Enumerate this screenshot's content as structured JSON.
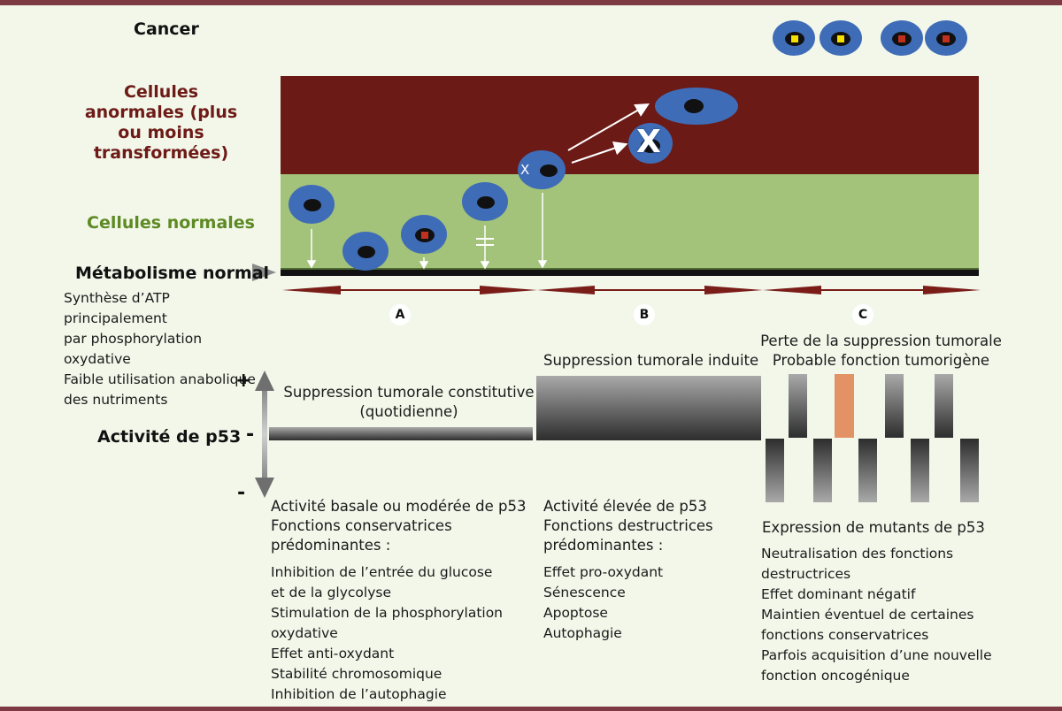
{
  "labels": {
    "cancer": "Cancer",
    "abnormal_cells": "Cellules anormales (plus ou moins transformées)",
    "normal_cells": "Cellules normales",
    "normal_metabolism": "Métabolisme normal",
    "p53_activity": "Activité de p53",
    "plus": "+",
    "minus_mid": "-",
    "minus_low": "-",
    "cell_mark_small": "X",
    "cell_mark_big": "X"
  },
  "metabolism_lines": [
    "Synthèse d’ATP principalement",
    "par phosphorylation oxydative",
    "Faible utilisation anabolique",
    "des nutriments"
  ],
  "phases": [
    "A",
    "B",
    "C"
  ],
  "top_labels": {
    "constitutive": [
      "Suppression tumorale constitutive",
      "(quotidienne)"
    ],
    "induced": "Suppression tumorale induite",
    "loss": [
      "Perte de la suppression tumorale",
      "Probable fonction tumorigène"
    ]
  },
  "col_a": {
    "heading": [
      "Activité basale ou modérée de p53",
      "Fonctions conservatrices",
      "prédominantes :"
    ],
    "items": [
      "Inhibition de l’entrée du glucose",
      "et de la glycolyse",
      "Stimulation de la phosphorylation",
      "oxydative",
      "Effet anti-oxydant",
      "Stabilité chromosomique",
      "Inhibition de l’autophagie"
    ]
  },
  "col_b": {
    "heading": [
      "Activité élevée de p53",
      "Fonctions destructrices",
      "prédominantes :"
    ],
    "items": [
      "Effet pro-oxydant",
      "Sénescence",
      "Apoptose",
      "Autophagie"
    ]
  },
  "col_c": {
    "heading": [
      "Expression de mutants de p53"
    ],
    "items": [
      "Neutralisation des fonctions",
      "destructrices",
      "Effet dominant négatif",
      "Maintien éventuel de certaines",
      "fonctions conservatrices",
      "Parfois acquisition d’une nouvelle",
      "fonction oncogénique"
    ]
  },
  "colors": {
    "abnormal_band": "#6b1a16",
    "normal_band": "#a3c27a",
    "cell": "#3f6cb7",
    "nucleus": "#111111",
    "mutant_red": "#c0301f",
    "mutant_yellow": "#f5e000",
    "highlight_bar": "#e39266",
    "arrow": "#7a1c18"
  }
}
